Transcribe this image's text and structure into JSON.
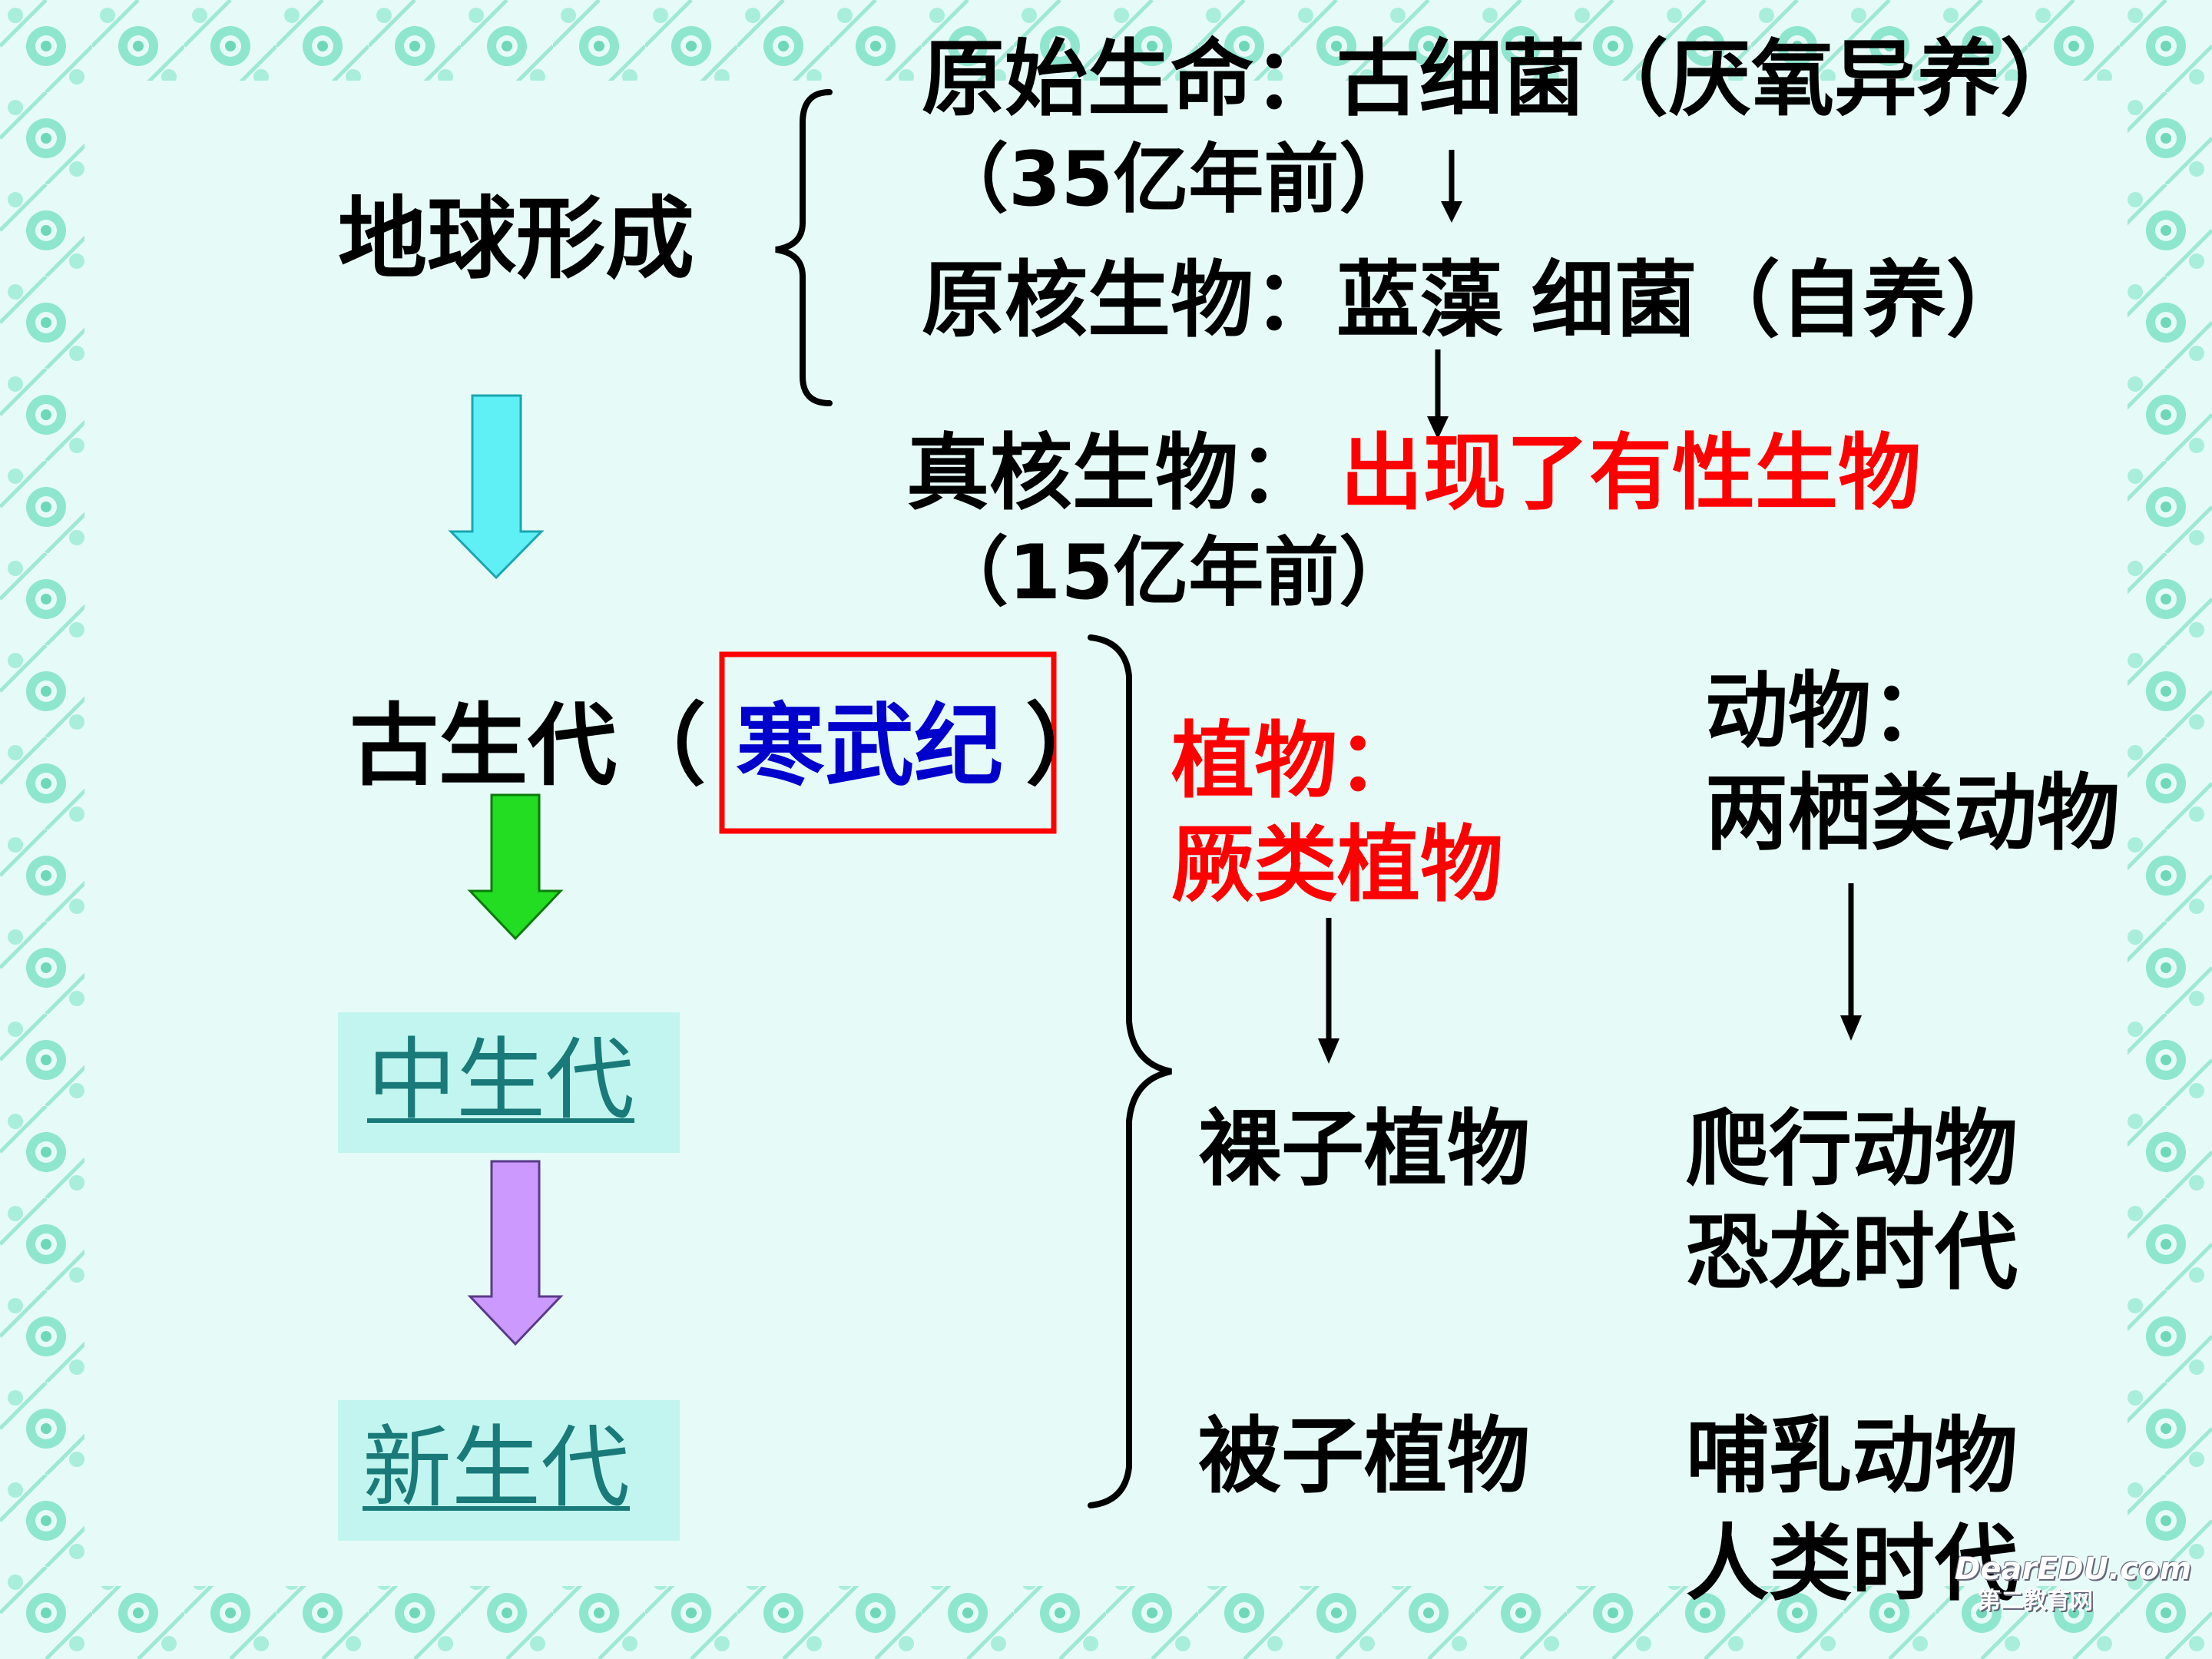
{
  "top": {
    "earth_formation": "地球形成",
    "primitive_life": "原始生命：古细菌（厌氧异养）",
    "ago_35": "（35亿年前）",
    "prokaryotes": "原核生物：蓝藻 细菌（自养）",
    "eukaryotes_label": "真核生物：",
    "eukaryotes_note": "出现了有性生物",
    "ago_15": "（15亿年前）"
  },
  "eras": {
    "paleozoic": "古生代（",
    "cambrian": "寒武纪",
    "paleozoic_close": "）",
    "mesozoic": "中生代",
    "cenozoic": "新生代"
  },
  "plants": {
    "label": "植物：",
    "ferns": "厥类植物",
    "gymnosperms": "裸子植物",
    "angiosperms": "被子植物"
  },
  "animals": {
    "label": "动物：",
    "amphibians": "两栖类动物",
    "reptiles": "爬行动物",
    "dinosaur_era": "恐龙时代",
    "mammals": "哺乳动物",
    "human_era": "人类时代"
  },
  "watermark": {
    "site": "DearEDU.com",
    "subtitle": "第二教育网"
  },
  "colors": {
    "background": "#e6fbf7",
    "border_pattern": "#7fe0c8",
    "cyan_arrow": "#5ff0f5",
    "green_arrow": "#22dd22",
    "purple_arrow": "#cc99ff",
    "highlight_box": "#ff0000",
    "red_text": "#ff0000",
    "blue_text": "#0000cc",
    "link_text": "#1a7a7a",
    "era_box_fill": "#c2f5ef"
  }
}
